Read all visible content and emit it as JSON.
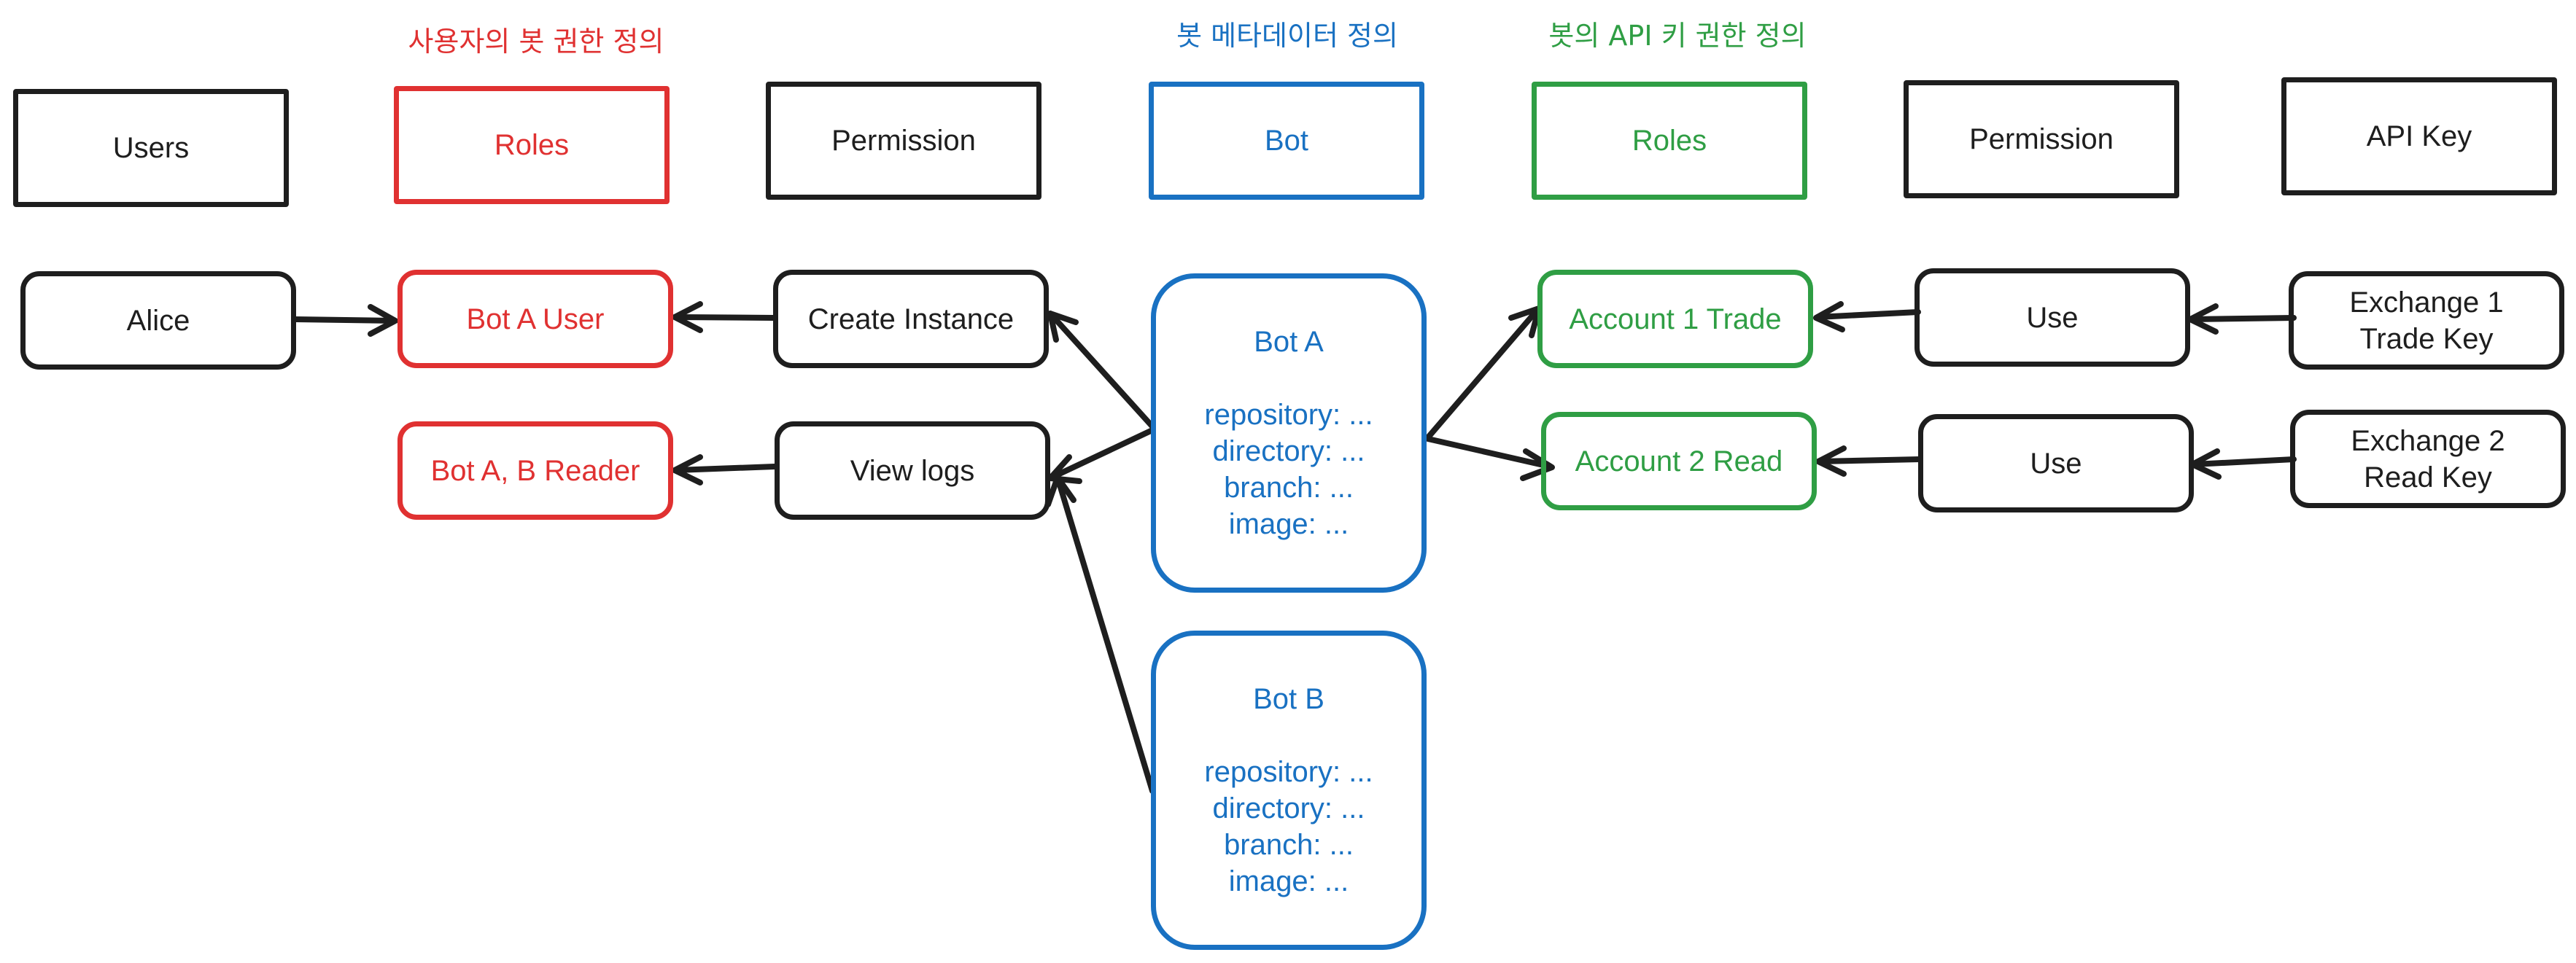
{
  "annotations": {
    "user_roles": "사용자의 봇 권한 정의",
    "bot_metadata": "봇 메타데이터 정의",
    "api_key_roles": "봇의 API 키 권한 정의"
  },
  "headers": {
    "users": "Users",
    "roles_user": "Roles",
    "permission_user": "Permission",
    "bot": "Bot",
    "roles_api": "Roles",
    "permission_api": "Permission",
    "api_key": "API Key"
  },
  "nodes": {
    "alice": "Alice",
    "bot_a_user": "Bot A User",
    "bot_ab_reader": "Bot A, B Reader",
    "create_instance": "Create Instance",
    "view_logs": "View logs",
    "account1_trade": "Account 1 Trade",
    "account2_read": "Account 2 Read",
    "use1": "Use",
    "use2": "Use",
    "exchange1_line1": "Exchange 1",
    "exchange1_line2": "Trade Key",
    "exchange2_line1": "Exchange 2",
    "exchange2_line2": "Read Key"
  },
  "bots": [
    {
      "name": "Bot A",
      "repository": "repository: ...",
      "directory": "directory: ...",
      "branch": "branch: ...",
      "image": "image: ..."
    },
    {
      "name": "Bot B",
      "repository": "repository: ...",
      "directory": "directory: ...",
      "branch": "branch: ...",
      "image": "image: ..."
    }
  ],
  "colors": {
    "black": "#1e1e1e",
    "red": "#e03131",
    "blue": "#1971c2",
    "green": "#2f9e44"
  }
}
